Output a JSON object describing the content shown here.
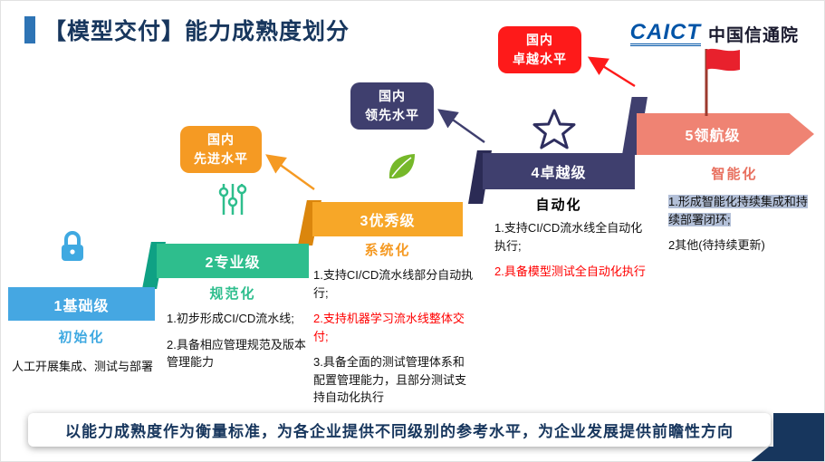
{
  "title": "【模型交付】能力成熟度划分",
  "logo": {
    "abbr": "CAICT",
    "name": "中国信通院"
  },
  "badges": [
    {
      "line1": "国内",
      "line2": "先进水平"
    },
    {
      "line1": "国内",
      "line2": "领先水平"
    },
    {
      "line1": "国内",
      "line2": "卓越水平"
    }
  ],
  "levels": [
    {
      "name": "1基础级",
      "keyword": "初始化",
      "icon": "lock-icon",
      "items": [
        {
          "text": "人工开展集成、测试与部署",
          "style": "normal"
        }
      ]
    },
    {
      "name": "2专业级",
      "keyword": "规范化",
      "icon": "sliders-icon",
      "items": [
        {
          "text": "1.初步形成CI/CD流水线;",
          "style": "normal"
        },
        {
          "text": "2.具备相应管理规范及版本管理能力",
          "style": "normal"
        }
      ]
    },
    {
      "name": "3优秀级",
      "keyword": "系统化",
      "icon": "leaf-icon",
      "items": [
        {
          "text": "1.支持CI/CD流水线部分自动执行;",
          "style": "normal"
        },
        {
          "text": "2.支持机器学习流水线整体交付;",
          "style": "red"
        },
        {
          "text": "3.具备全面的测试管理体系和配置管理能力，且部分测试支持自动化执行",
          "style": "normal"
        }
      ]
    },
    {
      "name": "4卓越级",
      "keyword": "自动化",
      "icon": "star-icon",
      "items": [
        {
          "text": "1.支持CI/CD流水线全自动化执行;",
          "style": "normal"
        },
        {
          "text": "2.具备模型测试全自动化执行",
          "style": "red"
        }
      ]
    },
    {
      "name": "5领航级",
      "keyword": "智能化",
      "icon": "flag-icon",
      "items": [
        {
          "text": "1.形成智能化持续集成和持续部署闭环;",
          "style": "highlight"
        },
        {
          "text": "2其他(待持续更新)",
          "style": "normal"
        }
      ]
    }
  ],
  "footer": "以能力成熟度作为衡量标准，为各企业提供不同级别的参考水平，为企业发展提供前瞻性方向",
  "colors": {
    "level1": "#45A7E2",
    "level2": "#2EBE8D",
    "level3": "#F7A728",
    "level4": "#3F3F6E",
    "level5": "#EF8373",
    "badge_advanced": "#F59A23",
    "badge_leading": "#3F3F6E",
    "badge_excellent": "#FE1A1A",
    "accent_navy": "#17365D",
    "highlight": "#B3C0D8",
    "red_text": "#FF0000"
  }
}
